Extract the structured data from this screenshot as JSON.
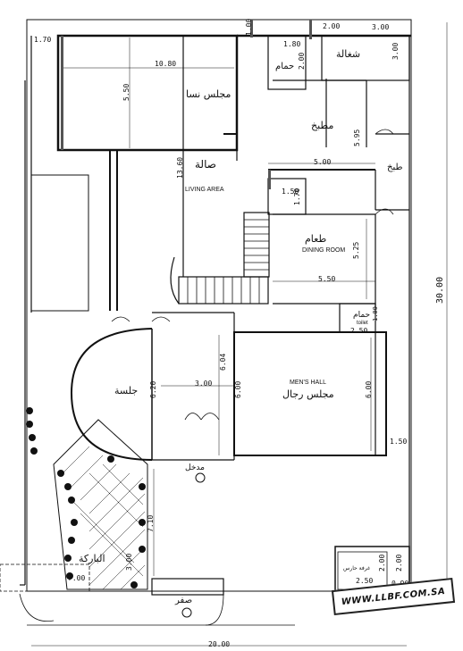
{
  "rooms": {
    "servant": "شغالة",
    "women_majlis": "مجلس نسا",
    "bath_top": "حمام",
    "kitchen": "مطبخ",
    "hall": "صالة",
    "living_area": "LIVING AREA",
    "cook_side": "طبخ",
    "dining_ar": "طعام",
    "dining_en": "DINING ROOM",
    "bath_mid": "حمام",
    "toilet": "toilet",
    "sitting": "جلسة",
    "mens_hall_en": "MEN'S HALL",
    "mens_majlis": "مجلس رجال",
    "entrance_top": "مدخل",
    "parking": "الباركة",
    "guard_room": "غرفة حارس",
    "zero_level": "صفر"
  },
  "dimensions": {
    "d_1_70": "1.70",
    "d_1_00_top": "1.00",
    "d_2_00_a": "2.00",
    "d_3_00_top": "3.00",
    "d_1_80": "1.80",
    "d_2_00_b": "2.00",
    "d_3_00_right": "3.00",
    "d_10_80": "10.80",
    "d_5_50_left": "5.50",
    "d_5_95": "5.95",
    "d_13_60": "13.60",
    "d_5_00": "5.00",
    "d_1_50_mid": "1.50",
    "d_1_70_mid": "1.70",
    "d_5_25": "5.25",
    "d_5_50_mid": "5.50",
    "d_2_50_toilet": "2.50",
    "d_1_00_toilet": "1.00",
    "d_6_04": "6.04",
    "d_3_00_mid": "3.00",
    "d_6_20": "6.20",
    "d_6_00_left": "6.00",
    "d_6_00_right": "6.00",
    "d_1_50_right": "1.50",
    "d_7_10": "7.10",
    "d_3_00_bottom": "3.00",
    "d_7_00": "7.00",
    "d_2_00_guard": "2.00",
    "d_2_00_guard_b": "2.00",
    "d_2_50_guard": "2.50",
    "d_0_90": "0.90",
    "d_30_00": "30.00",
    "d_20_00": "20.00"
  },
  "watermark": "WWW.LLBF.COM.SA"
}
